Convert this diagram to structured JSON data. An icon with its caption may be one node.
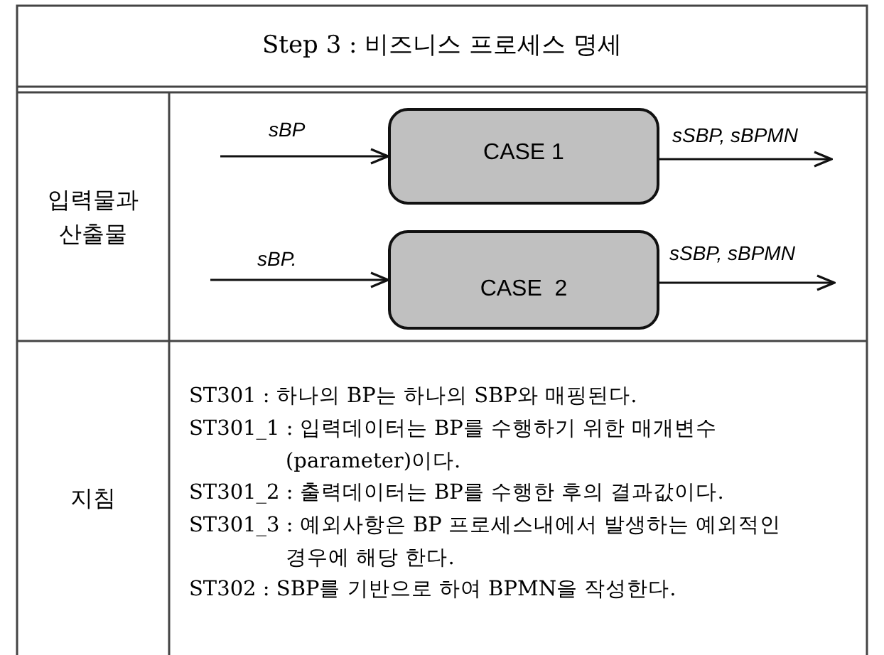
{
  "diagram": {
    "title": "Step 3 : 비즈니스 프로세스 명세",
    "nodes": [
      {
        "text": [
          "CASE 1"
        ]
      },
      {
        "text": [
          "CASE  2"
        ]
      }
    ],
    "edges": [
      {
        "from": null,
        "to": 0,
        "arrow": "to",
        "label": "sBP"
      },
      {
        "from": 0,
        "to": null,
        "arrow": "to",
        "label": "sSBP, sBPMN"
      },
      {
        "from": null,
        "to": 1,
        "arrow": "to",
        "label": "sBP."
      },
      {
        "from": 1,
        "to": null,
        "arrow": "to",
        "label": "sSBP, sBPMN"
      }
    ],
    "labels": [
      "입력물과 산출물",
      "지침",
      "ST301 : 하나의 BP는 하나의 SBP와 매핑된다.",
      "ST301_1 : 입력데이터는 BP를 수행하기 위한 매개변수 (parameter)이다.",
      "ST301_2 : 출력데이터는 BP를 수행한 후의 결과값이다.",
      "ST301_3 : 예외사항은 BP 프로세스내에서 발생하는 예외적인 경우에 해당 한다.",
      "ST302 : SBP를 기반으로 하여 BPMN을 작성한다."
    ]
  }
}
